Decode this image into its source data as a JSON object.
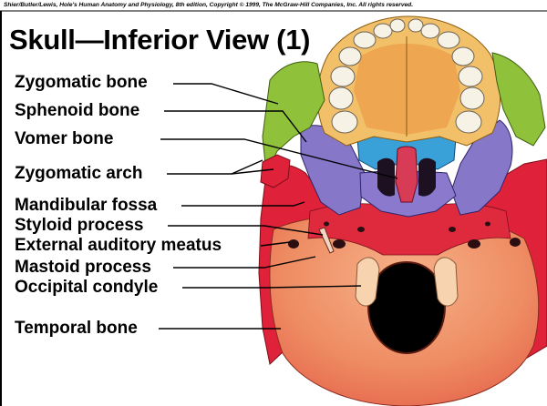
{
  "credit": "Shier/Butler/Lewis, Hole's Human Anatomy and Physiology, 8th edition, Copyright © 1999, The McGraw-Hill Companies, Inc. All rights reserved.",
  "title": "Skull—Inferior View (1)",
  "labels": {
    "zygomatic_bone": "Zygomatic bone",
    "sphenoid_bone": "Sphenoid bone",
    "vomer_bone": "Vomer bone",
    "zygomatic_arch": "Zygomatic arch",
    "mandibular_fossa": "Mandibular fossa",
    "styloid_process": "Styloid process",
    "external_auditory_meatus": "External auditory meatus",
    "mastoid_process": "Mastoid process",
    "occipital_condyle": "Occipital condyle",
    "temporal_bone": "Temporal bone"
  },
  "colors": {
    "zygomatic": "#8fc23a",
    "maxilla_palate": "#f3c06a",
    "sphenoid": "#8777c9",
    "vomer": "#d73b55",
    "palatine": "#3aa0d8",
    "temporal": "#e0213a",
    "occipital": "#f08a62",
    "teeth": "#f7f2e6"
  }
}
